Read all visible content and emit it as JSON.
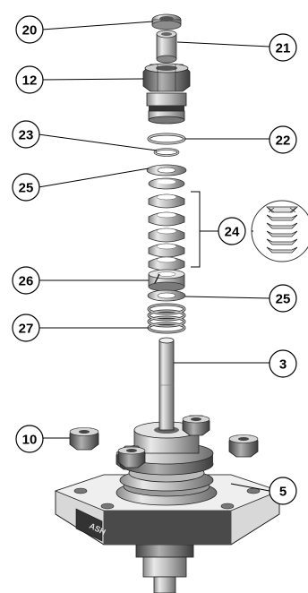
{
  "callouts": {
    "c20": "20",
    "c21": "21",
    "c12": "12",
    "c23": "23",
    "c22": "22",
    "c25a": "25",
    "c24": "24",
    "c26": "26",
    "c25b": "25",
    "c27": "27",
    "c3": "3",
    "c10": "10",
    "c5": "5"
  },
  "base_label": "ASH",
  "colors": {
    "line": "#000000",
    "part_light": "#e8e8e8",
    "part_mid": "#b5b5b5",
    "part_dark": "#6e6e6e"
  }
}
